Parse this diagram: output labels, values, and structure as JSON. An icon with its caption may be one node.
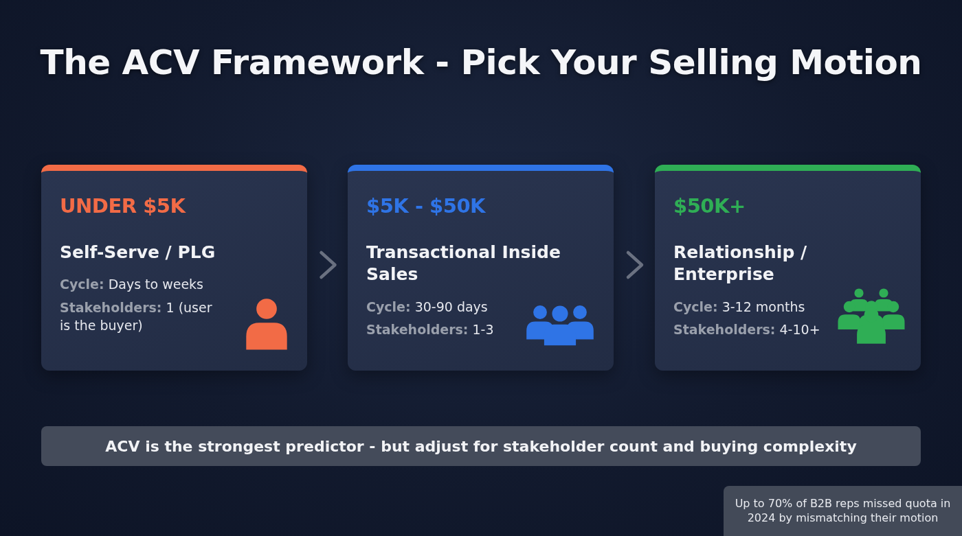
{
  "diagram": {
    "title": "The ACV Framework - Pick Your Selling Motion",
    "nodes": [
      {
        "text": [
          "UNDER $5K",
          "Self-Serve / PLG",
          "**Cycle:** Days to weeks",
          "**Stakeholders:** 1 (user is the buyer)"
        ]
      },
      {
        "text": [
          "$5K - $50K",
          "Transactional Inside Sales",
          "**Cycle:** 30-90 days",
          "**Stakeholders:** 1-3"
        ]
      },
      {
        "text": [
          "$50K+",
          "Relationship / Enterprise",
          "**Cycle:** 3-12 months",
          "**Stakeholders:** 4-10+"
        ]
      },
      {
        "text": [
          "ACV is the strongest predictor - but adjust for stakeholder count and buying complexity"
        ]
      },
      {
        "text": [
          "Up to 70% of B2B reps missed quota in 2024 by mismatching their motion"
        ]
      }
    ],
    "edges": [
      {
        "from": 0,
        "to": 1,
        "arrow": "to"
      },
      {
        "from": 1,
        "to": 2,
        "arrow": "to"
      }
    ]
  }
}
